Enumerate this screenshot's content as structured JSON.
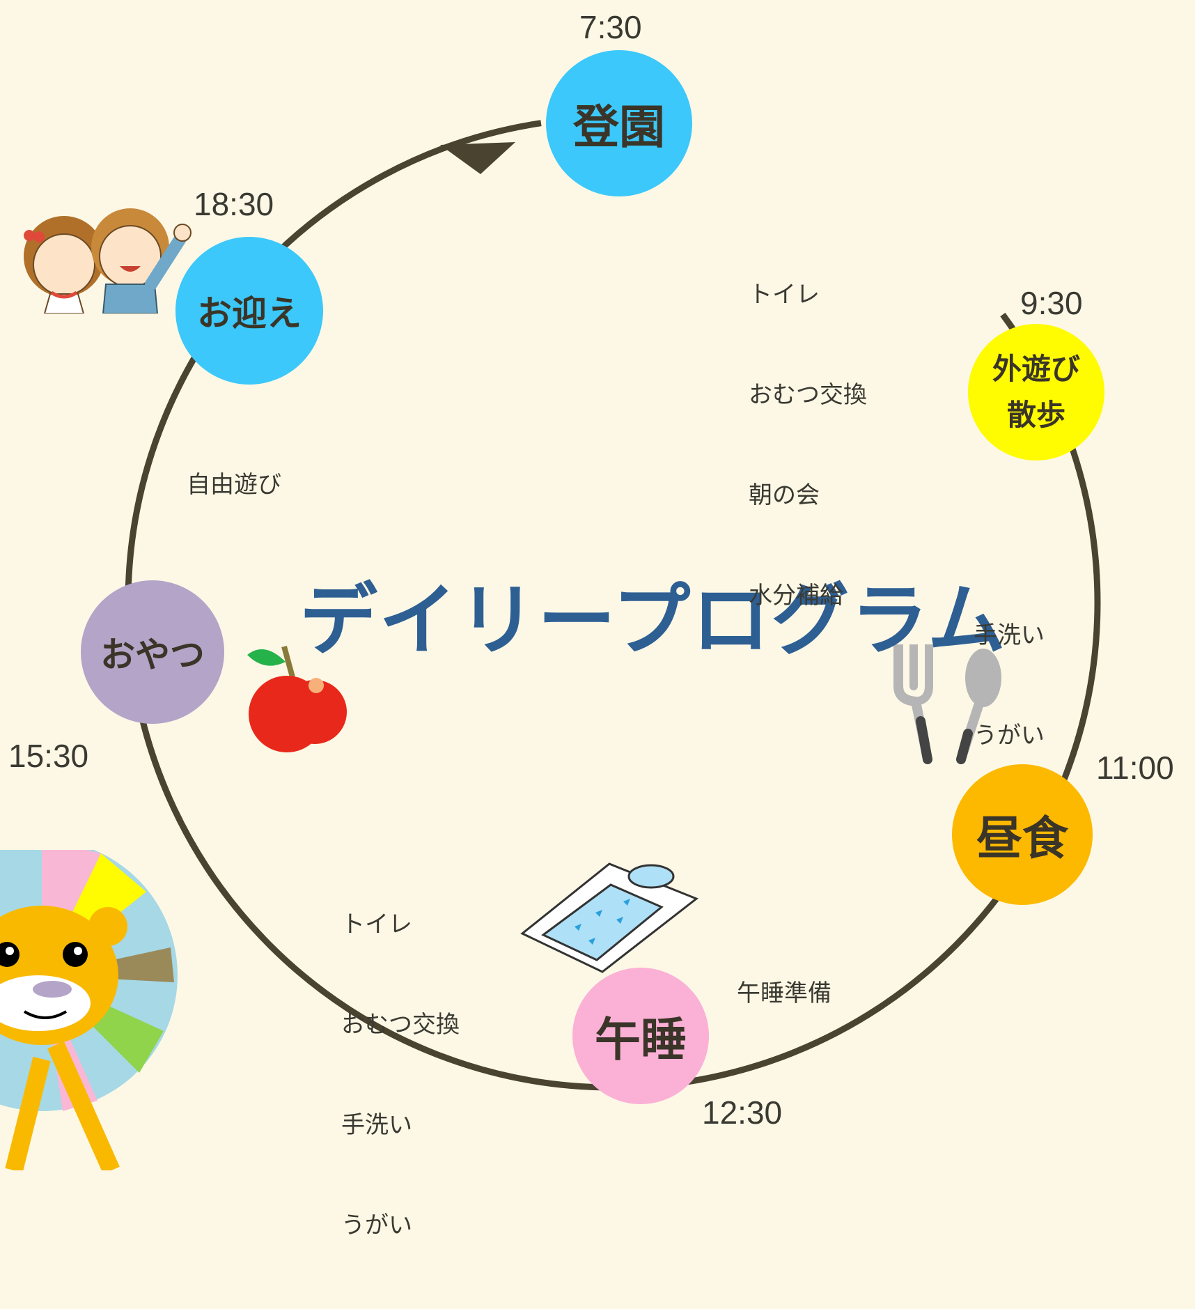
{
  "title": "デイリープログラム",
  "colors": {
    "background": "#fdf8e6",
    "ring": "#4a4330",
    "title": "#2e5f93",
    "blue": "#3cc8fa",
    "yellow": "#fffb00",
    "orange": "#fcb900",
    "pink": "#fbb0d6",
    "purple": "#b3a4c8"
  },
  "nodes": {
    "arrival": {
      "label": "登園",
      "time": "7:30"
    },
    "outdoor": {
      "line1": "外遊び",
      "line2": "散歩",
      "time": "9:30"
    },
    "lunch": {
      "label": "昼食",
      "time": "11:00"
    },
    "nap": {
      "label": "午睡",
      "time": "12:30"
    },
    "snack": {
      "label": "おやつ",
      "time": "15:30"
    },
    "pickup": {
      "label": "お迎え",
      "time": "18:30"
    }
  },
  "notes": {
    "morning": [
      "トイレ",
      "おむつ交換",
      "朝の会",
      "水分補給"
    ],
    "before_lunch": [
      "手洗い",
      "うがい"
    ],
    "nap_prep": "午睡準備",
    "after_nap": [
      "トイレ",
      "おむつ交換",
      "手洗い",
      "うがい"
    ],
    "free_play": "自由遊び"
  },
  "icons": [
    "children-waving-icon",
    "apple-icon",
    "fork-spoon-icon",
    "futon-icon",
    "lion-icon"
  ]
}
